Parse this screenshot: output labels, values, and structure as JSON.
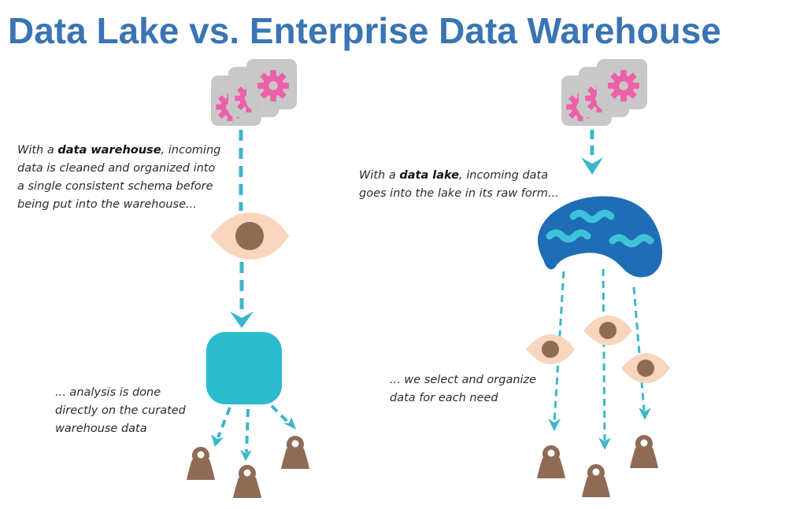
{
  "title": "Data Lake vs. Enterprise Data Warehouse",
  "warehouse": {
    "caption_pre": "With a ",
    "caption_bold": "data warehouse",
    "caption_post": ", incoming data is cleaned and organized into a single consistent schema before being put into the warehouse...",
    "analysis_caption": "... analysis is done directly on the curated warehouse data"
  },
  "lake": {
    "caption_pre": "With a ",
    "caption_bold": "data lake",
    "caption_post": ", incoming data goes into the lake in its raw form...",
    "select_caption": "... we select and organize data for each need"
  },
  "colors": {
    "title": "#3a74b4",
    "arrow": "#3cb6cc",
    "gear": "#ef5fa8",
    "gear_card": "#c8c8c8",
    "filter_eye": "#f8d6bd",
    "pupil": "#8f6a55",
    "warehouse_box": "#2abccc",
    "lake": "#1f6db5",
    "lake_wave": "#3fc2d8",
    "user": "#8f6a55"
  },
  "icons": [
    "gear-icon",
    "filter-icon",
    "warehouse-icon",
    "lake-icon",
    "user-icon"
  ]
}
